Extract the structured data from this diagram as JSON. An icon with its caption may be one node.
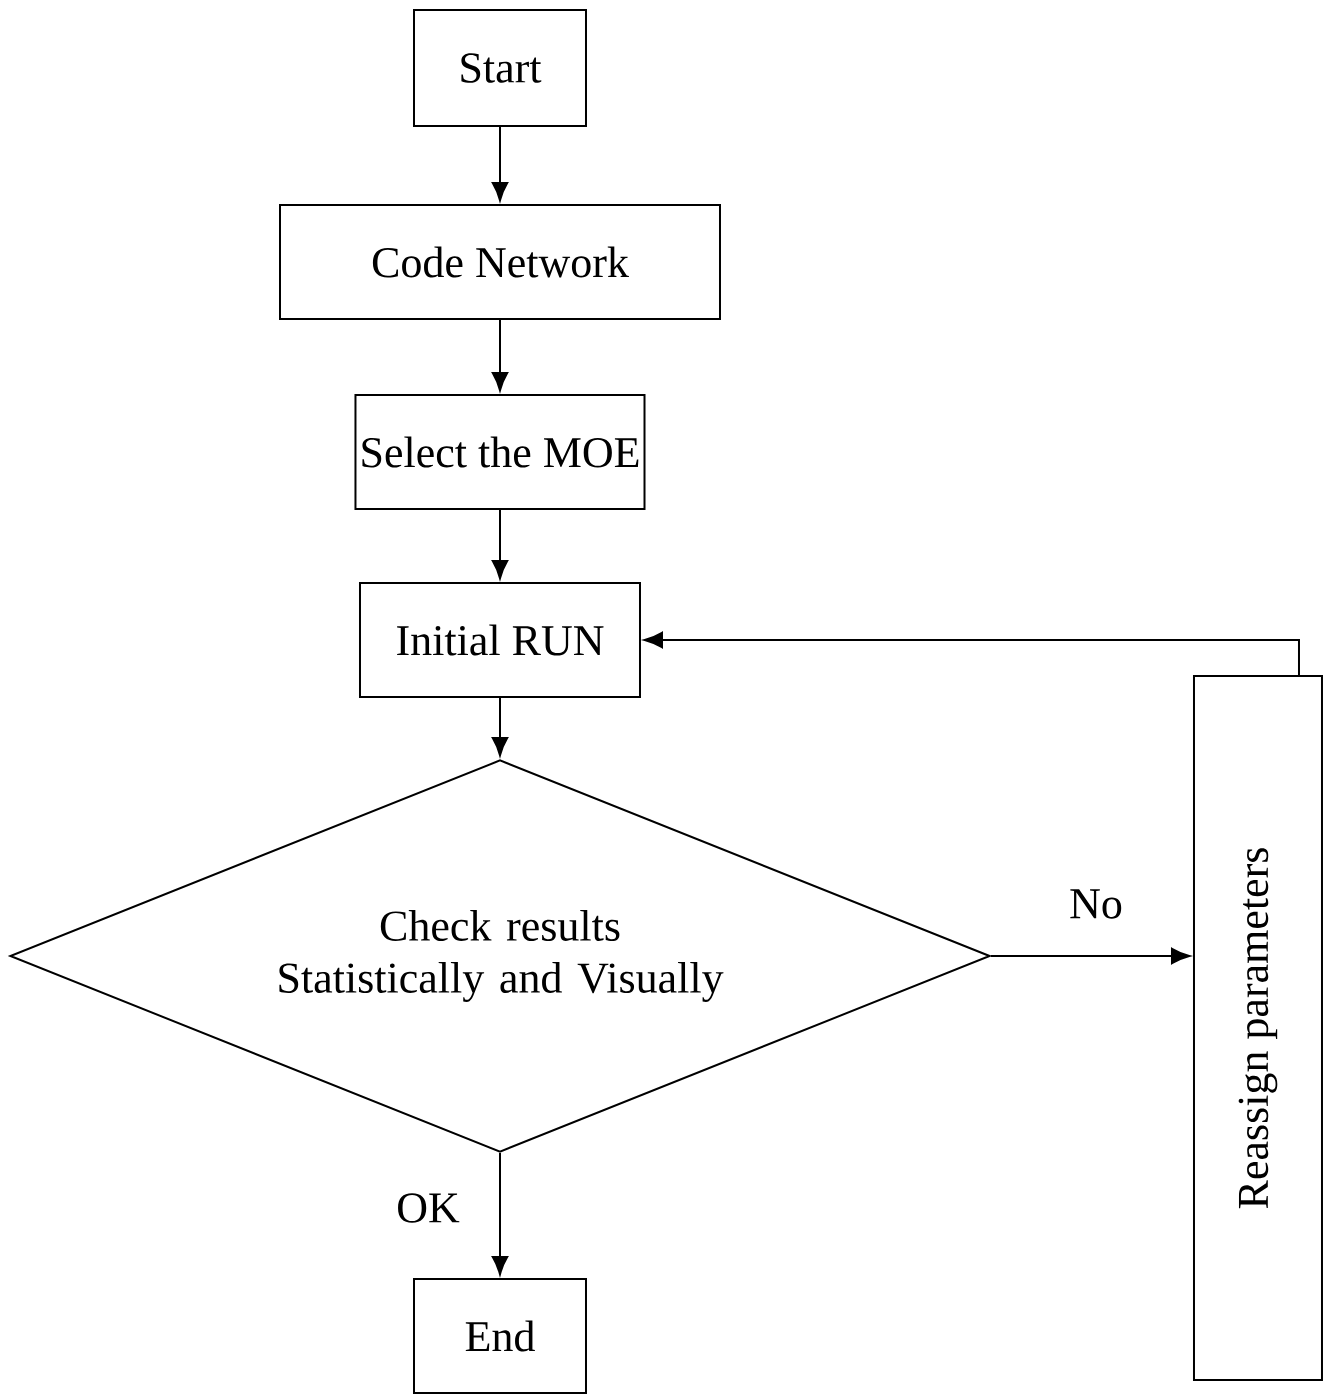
{
  "diagram": {
    "nodes": [
      {
        "text": [
          "Start"
        ]
      },
      {
        "text": [
          "Code Network"
        ]
      },
      {
        "text": [
          "Select the MOE"
        ]
      },
      {
        "text": [
          "Initial RUN"
        ]
      },
      {
        "text": [
          "Check results Statistically and Visually"
        ]
      },
      {
        "text": [
          "End"
        ]
      },
      {
        "text": [
          "Reassign parameters"
        ]
      }
    ],
    "edges": [
      {
        "from": 0,
        "to": 1,
        "arrow": "to"
      },
      {
        "from": 1,
        "to": 2,
        "arrow": "to"
      },
      {
        "from": 2,
        "to": 3,
        "arrow": "to"
      },
      {
        "from": 3,
        "to": 4,
        "arrow": "to"
      },
      {
        "from": 4,
        "to": 5,
        "arrow": "to",
        "label": "OK"
      },
      {
        "from": 4,
        "to": 6,
        "arrow": "to",
        "label": "No"
      },
      {
        "from": 6,
        "to": 3,
        "arrow": "to"
      }
    ]
  }
}
